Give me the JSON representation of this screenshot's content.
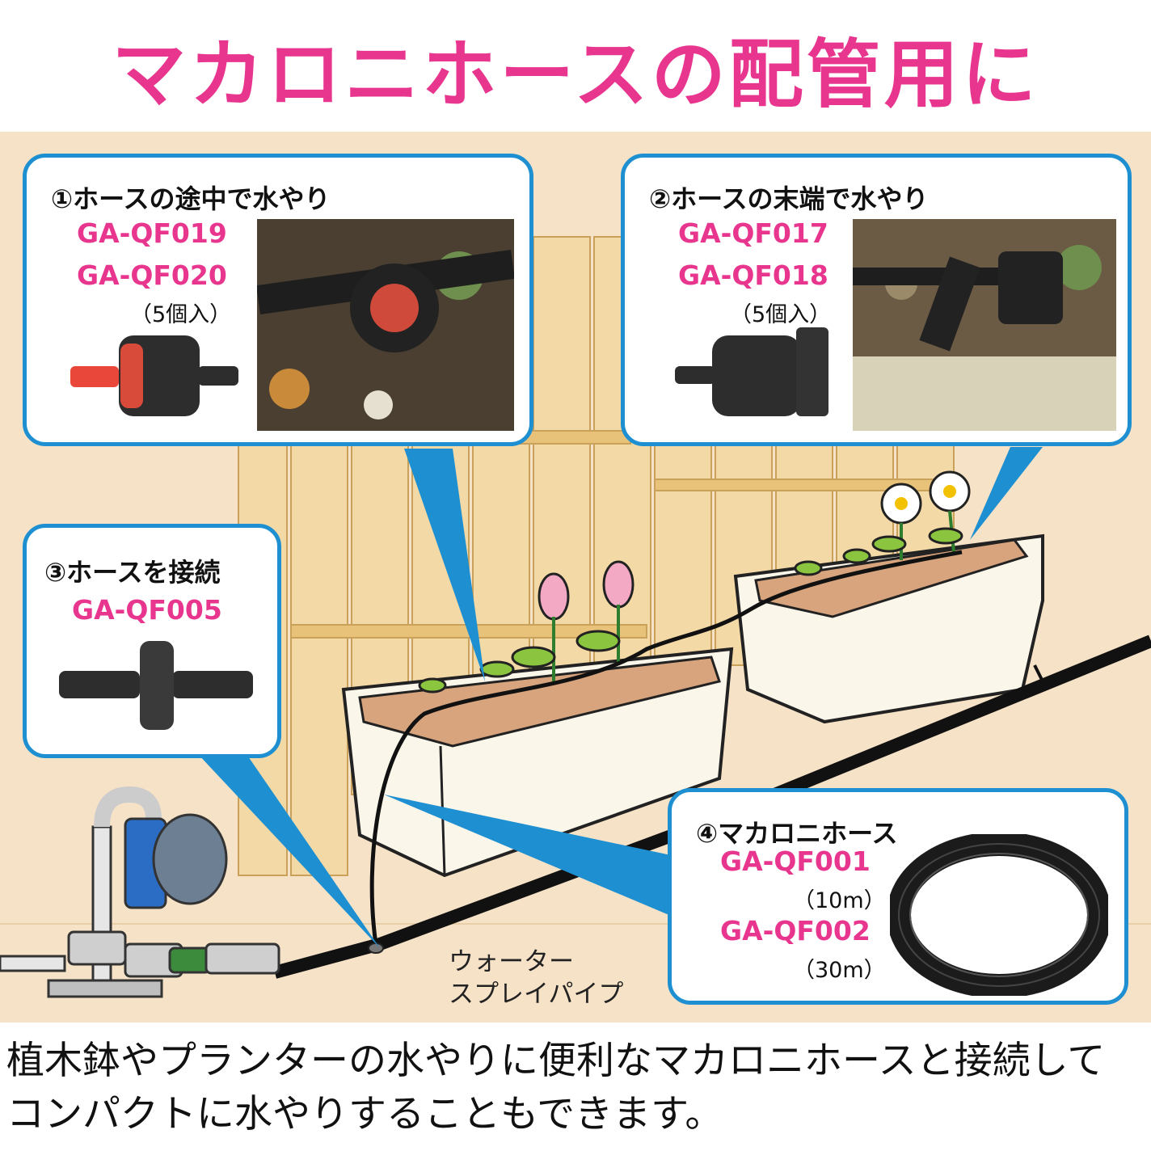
{
  "title": "マカロニホースの配管用に",
  "colors": {
    "title": "#e8368f",
    "code": "#e8368f",
    "callout_border": "#1e90d2",
    "background": "#f6e2c7",
    "fence": "#f3d9a6",
    "hose": "#111111"
  },
  "callouts": {
    "c1": {
      "head": "①ホースの途中で水やり",
      "codes": [
        "GA-QF019",
        "GA-QF020"
      ],
      "qty": "（5個入）"
    },
    "c2": {
      "head": "②ホースの末端で水やり",
      "codes": [
        "GA-QF017",
        "GA-QF018"
      ],
      "qty": "（5個入）"
    },
    "c3": {
      "head": "③ホースを接続",
      "codes": [
        "GA-QF005"
      ]
    },
    "c4": {
      "head": "④マカロニホース",
      "codes": [
        "GA-QF001",
        "GA-QF002"
      ],
      "qtys": [
        "（10m）",
        "（30m）"
      ]
    }
  },
  "pipe_label": {
    "line1": "ウォーター",
    "line2": "スプレイパイプ"
  },
  "caption": {
    "line1": "植木鉢やプランターの水やりに便利なマカロニホースと接続して",
    "line2": "コンパクトに水やりすることもできます。"
  }
}
